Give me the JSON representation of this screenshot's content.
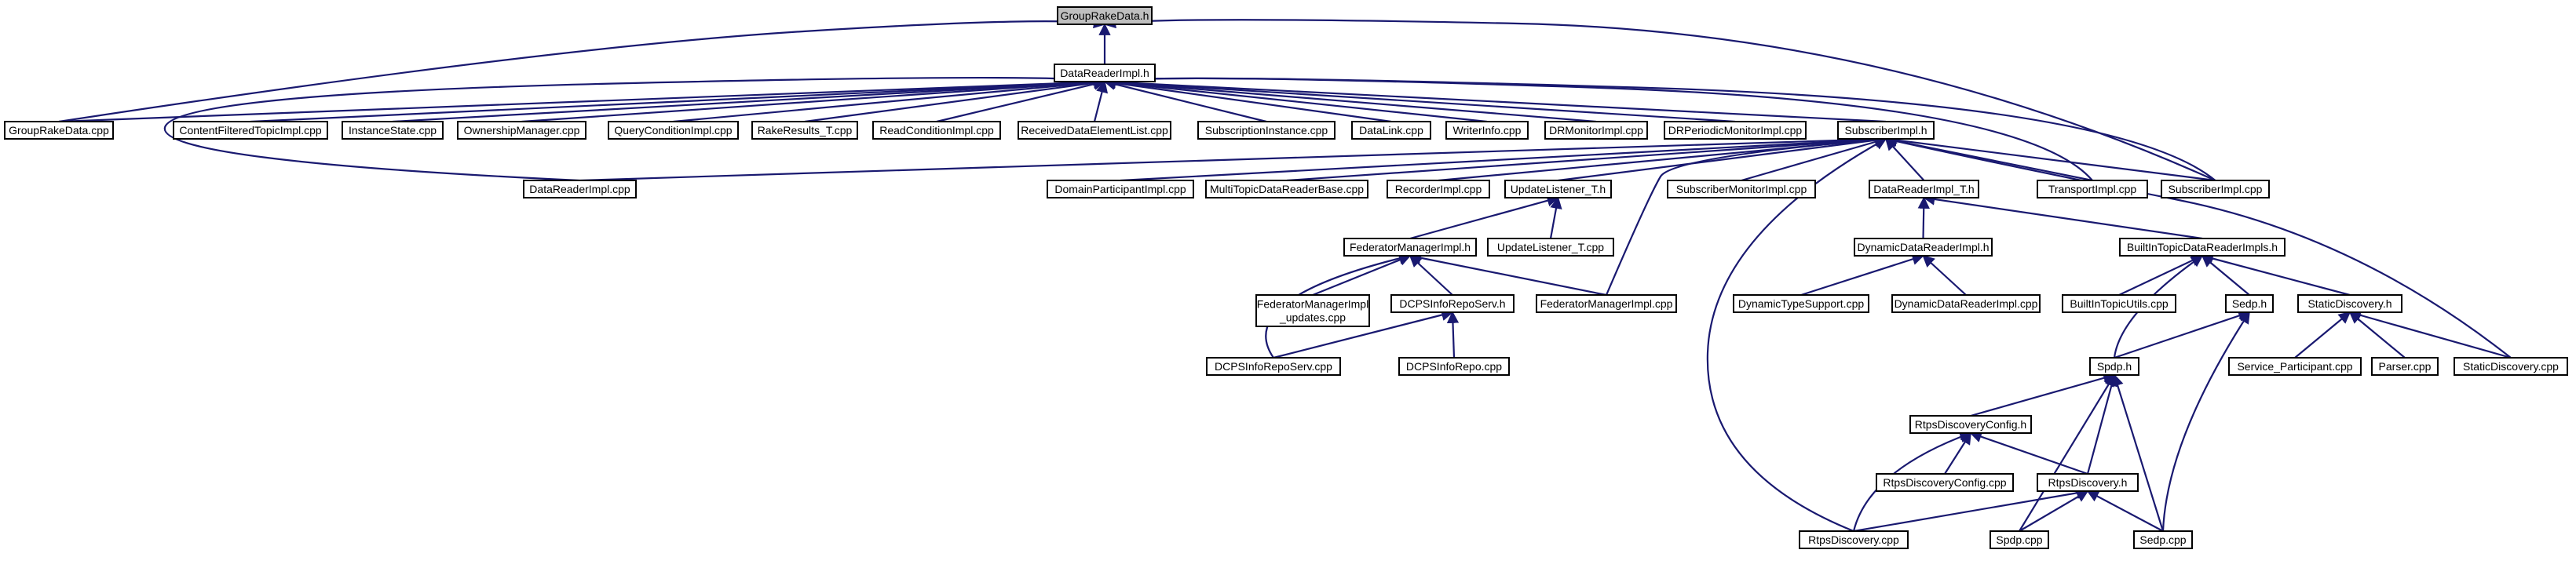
{
  "diagram": {
    "title": "",
    "nodes": [
      {
        "id": "grouprakedata_h",
        "lines": [
          "GroupRakeData.h"
        ],
        "root": true
      },
      {
        "id": "datareaderimpl_h",
        "lines": [
          "DataReaderImpl.h"
        ]
      },
      {
        "id": "grouprakedata_cpp",
        "lines": [
          "GroupRakeData.cpp"
        ]
      },
      {
        "id": "contentfilteredtopicimpl_cpp",
        "lines": [
          "ContentFilteredTopicImpl.cpp"
        ]
      },
      {
        "id": "instancestate_cpp",
        "lines": [
          "InstanceState.cpp"
        ]
      },
      {
        "id": "ownershipmanager_cpp",
        "lines": [
          "OwnershipManager.cpp"
        ]
      },
      {
        "id": "queryconditionimpl_cpp",
        "lines": [
          "QueryConditionImpl.cpp"
        ]
      },
      {
        "id": "rakeresults_t_cpp",
        "lines": [
          "RakeResults_T.cpp"
        ]
      },
      {
        "id": "readconditionimpl_cpp",
        "lines": [
          "ReadConditionImpl.cpp"
        ]
      },
      {
        "id": "receiveddataelementlist_cpp",
        "lines": [
          "ReceivedDataElementList.cpp"
        ]
      },
      {
        "id": "subscriptioninstance_cpp",
        "lines": [
          "SubscriptionInstance.cpp"
        ]
      },
      {
        "id": "datalink_cpp",
        "lines": [
          "DataLink.cpp"
        ]
      },
      {
        "id": "writerinfo_cpp",
        "lines": [
          "WriterInfo.cpp"
        ]
      },
      {
        "id": "drmonitorimpl_cpp",
        "lines": [
          "DRMonitorImpl.cpp"
        ]
      },
      {
        "id": "drperiodicmonitorimpl_cpp",
        "lines": [
          "DRPeriodicMonitorImpl.cpp"
        ]
      },
      {
        "id": "subscriberimpl_h",
        "lines": [
          "SubscriberImpl.h"
        ]
      },
      {
        "id": "datareaderimpl_cpp",
        "lines": [
          "DataReaderImpl.cpp"
        ]
      },
      {
        "id": "domainparticipantimpl_cpp",
        "lines": [
          "DomainParticipantImpl.cpp"
        ]
      },
      {
        "id": "multitopicdatareaderbase_cpp",
        "lines": [
          "MultiTopicDataReaderBase.cpp"
        ]
      },
      {
        "id": "recorderimpl_cpp",
        "lines": [
          "RecorderImpl.cpp"
        ]
      },
      {
        "id": "updatelistener_t_h",
        "lines": [
          "UpdateListener_T.h"
        ]
      },
      {
        "id": "subscribermonitorimpl_cpp",
        "lines": [
          "SubscriberMonitorImpl.cpp"
        ]
      },
      {
        "id": "datareaderimpl_t_h",
        "lines": [
          "DataReaderImpl_T.h"
        ]
      },
      {
        "id": "transportimpl_cpp",
        "lines": [
          "TransportImpl.cpp"
        ]
      },
      {
        "id": "subscriberimpl_cpp",
        "lines": [
          "SubscriberImpl.cpp"
        ]
      },
      {
        "id": "federatormanagerimpl_h",
        "lines": [
          "FederatorManagerImpl.h"
        ]
      },
      {
        "id": "updatelistener_t_cpp",
        "lines": [
          "UpdateListener_T.cpp"
        ]
      },
      {
        "id": "dynamicdatareaderimpl_h",
        "lines": [
          "DynamicDataReaderImpl.h"
        ]
      },
      {
        "id": "builtintopicdatareaderimpls_h",
        "lines": [
          "BuiltInTopicDataReaderImpls.h"
        ]
      },
      {
        "id": "federatormanagerimpl_updates_cpp",
        "lines": [
          "FederatorManagerImpl",
          "_updates.cpp"
        ]
      },
      {
        "id": "dcpsinforeposerv_h",
        "lines": [
          "DCPSInfoRepoServ.h"
        ]
      },
      {
        "id": "federatormanagerimpl_cpp",
        "lines": [
          "FederatorManagerImpl.cpp"
        ]
      },
      {
        "id": "dynamictypesupport_cpp",
        "lines": [
          "DynamicTypeSupport.cpp"
        ]
      },
      {
        "id": "dynamicdatareaderimpl_cpp",
        "lines": [
          "DynamicDataReaderImpl.cpp"
        ]
      },
      {
        "id": "builtintopicutils_cpp",
        "lines": [
          "BuiltInTopicUtils.cpp"
        ]
      },
      {
        "id": "sedp_h",
        "lines": [
          "Sedp.h"
        ]
      },
      {
        "id": "staticdiscovery_h",
        "lines": [
          "StaticDiscovery.h"
        ]
      },
      {
        "id": "dcpsinforeposerv_cpp",
        "lines": [
          "DCPSInfoRepoServ.cpp"
        ]
      },
      {
        "id": "dcpsinforepo_cpp",
        "lines": [
          "DCPSInfoRepo.cpp"
        ]
      },
      {
        "id": "spdp_h",
        "lines": [
          "Spdp.h"
        ]
      },
      {
        "id": "service_participant_cpp",
        "lines": [
          "Service_Participant.cpp"
        ]
      },
      {
        "id": "parser_cpp",
        "lines": [
          "Parser.cpp"
        ]
      },
      {
        "id": "staticdiscovery_cpp",
        "lines": [
          "StaticDiscovery.cpp"
        ]
      },
      {
        "id": "rtpsdiscoveryconfig_h",
        "lines": [
          "RtpsDiscoveryConfig.h"
        ]
      },
      {
        "id": "rtpsdiscoveryconfig_cpp",
        "lines": [
          "RtpsDiscoveryConfig.cpp"
        ]
      },
      {
        "id": "rtpsdiscovery_h",
        "lines": [
          "RtpsDiscovery.h"
        ]
      },
      {
        "id": "rtpsdiscovery_cpp",
        "lines": [
          "RtpsDiscovery.cpp"
        ]
      },
      {
        "id": "spdp_cpp",
        "lines": [
          "Spdp.cpp"
        ]
      },
      {
        "id": "sedp_cpp",
        "lines": [
          "Sedp.cpp"
        ]
      }
    ],
    "edges": [
      [
        "datareaderimpl_h",
        "grouprakedata_h"
      ],
      [
        "grouprakedata_cpp",
        "grouprakedata_h"
      ],
      [
        "subscriberimpl_cpp",
        "grouprakedata_h"
      ],
      [
        "grouprakedata_cpp",
        "datareaderimpl_h"
      ],
      [
        "contentfilteredtopicimpl_cpp",
        "datareaderimpl_h"
      ],
      [
        "instancestate_cpp",
        "datareaderimpl_h"
      ],
      [
        "ownershipmanager_cpp",
        "datareaderimpl_h"
      ],
      [
        "queryconditionimpl_cpp",
        "datareaderimpl_h"
      ],
      [
        "rakeresults_t_cpp",
        "datareaderimpl_h"
      ],
      [
        "readconditionimpl_cpp",
        "datareaderimpl_h"
      ],
      [
        "receiveddataelementlist_cpp",
        "datareaderimpl_h"
      ],
      [
        "subscriptioninstance_cpp",
        "datareaderimpl_h"
      ],
      [
        "datalink_cpp",
        "datareaderimpl_h"
      ],
      [
        "writerinfo_cpp",
        "datareaderimpl_h"
      ],
      [
        "drmonitorimpl_cpp",
        "datareaderimpl_h"
      ],
      [
        "drperiodicmonitorimpl_cpp",
        "datareaderimpl_h"
      ],
      [
        "subscriberimpl_h",
        "datareaderimpl_h"
      ],
      [
        "datareaderimpl_cpp",
        "datareaderimpl_h"
      ],
      [
        "transportimpl_cpp",
        "datareaderimpl_h"
      ],
      [
        "subscriberimpl_cpp",
        "datareaderimpl_h"
      ],
      [
        "datareaderimpl_cpp",
        "subscriberimpl_h"
      ],
      [
        "domainparticipantimpl_cpp",
        "subscriberimpl_h"
      ],
      [
        "multitopicdatareaderbase_cpp",
        "subscriberimpl_h"
      ],
      [
        "recorderimpl_cpp",
        "subscriberimpl_h"
      ],
      [
        "updatelistener_t_h",
        "subscriberimpl_h"
      ],
      [
        "subscribermonitorimpl_cpp",
        "subscriberimpl_h"
      ],
      [
        "datareaderimpl_t_h",
        "subscriberimpl_h"
      ],
      [
        "transportimpl_cpp",
        "subscriberimpl_h"
      ],
      [
        "subscriberimpl_cpp",
        "subscriberimpl_h"
      ],
      [
        "federatormanagerimpl_cpp",
        "subscriberimpl_h"
      ],
      [
        "rtpsdiscovery_cpp",
        "subscriberimpl_h"
      ],
      [
        "staticdiscovery_cpp",
        "subscriberimpl_h"
      ],
      [
        "federatormanagerimpl_h",
        "updatelistener_t_h"
      ],
      [
        "updatelistener_t_cpp",
        "updatelistener_t_h"
      ],
      [
        "federatormanagerimpl_updates_cpp",
        "federatormanagerimpl_h"
      ],
      [
        "dcpsinforeposerv_h",
        "federatormanagerimpl_h"
      ],
      [
        "federatormanagerimpl_cpp",
        "federatormanagerimpl_h"
      ],
      [
        "dcpsinforeposerv_cpp",
        "federatormanagerimpl_h"
      ],
      [
        "dcpsinforeposerv_cpp",
        "dcpsinforeposerv_h"
      ],
      [
        "dcpsinforepo_cpp",
        "dcpsinforeposerv_h"
      ],
      [
        "dynamicdatareaderimpl_h",
        "datareaderimpl_t_h"
      ],
      [
        "builtintopicdatareaderimpls_h",
        "datareaderimpl_t_h"
      ],
      [
        "dynamictypesupport_cpp",
        "dynamicdatareaderimpl_h"
      ],
      [
        "dynamicdatareaderimpl_cpp",
        "dynamicdatareaderimpl_h"
      ],
      [
        "builtintopicutils_cpp",
        "builtintopicdatareaderimpls_h"
      ],
      [
        "sedp_h",
        "builtintopicdatareaderimpls_h"
      ],
      [
        "staticdiscovery_h",
        "builtintopicdatareaderimpls_h"
      ],
      [
        "spdp_h",
        "builtintopicdatareaderimpls_h"
      ],
      [
        "spdp_h",
        "sedp_h"
      ],
      [
        "sedp_cpp",
        "sedp_h"
      ],
      [
        "service_participant_cpp",
        "staticdiscovery_h"
      ],
      [
        "parser_cpp",
        "staticdiscovery_h"
      ],
      [
        "staticdiscovery_cpp",
        "staticdiscovery_h"
      ],
      [
        "rtpsdiscoveryconfig_h",
        "spdp_h"
      ],
      [
        "rtpsdiscovery_h",
        "spdp_h"
      ],
      [
        "spdp_cpp",
        "spdp_h"
      ],
      [
        "sedp_cpp",
        "spdp_h"
      ],
      [
        "rtpsdiscoveryconfig_cpp",
        "rtpsdiscoveryconfig_h"
      ],
      [
        "rtpsdiscovery_h",
        "rtpsdiscoveryconfig_h"
      ],
      [
        "rtpsdiscovery_cpp",
        "rtpsdiscoveryconfig_h"
      ],
      [
        "rtpsdiscovery_cpp",
        "rtpsdiscovery_h"
      ],
      [
        "spdp_cpp",
        "rtpsdiscovery_h"
      ],
      [
        "sedp_cpp",
        "rtpsdiscovery_h"
      ]
    ]
  }
}
